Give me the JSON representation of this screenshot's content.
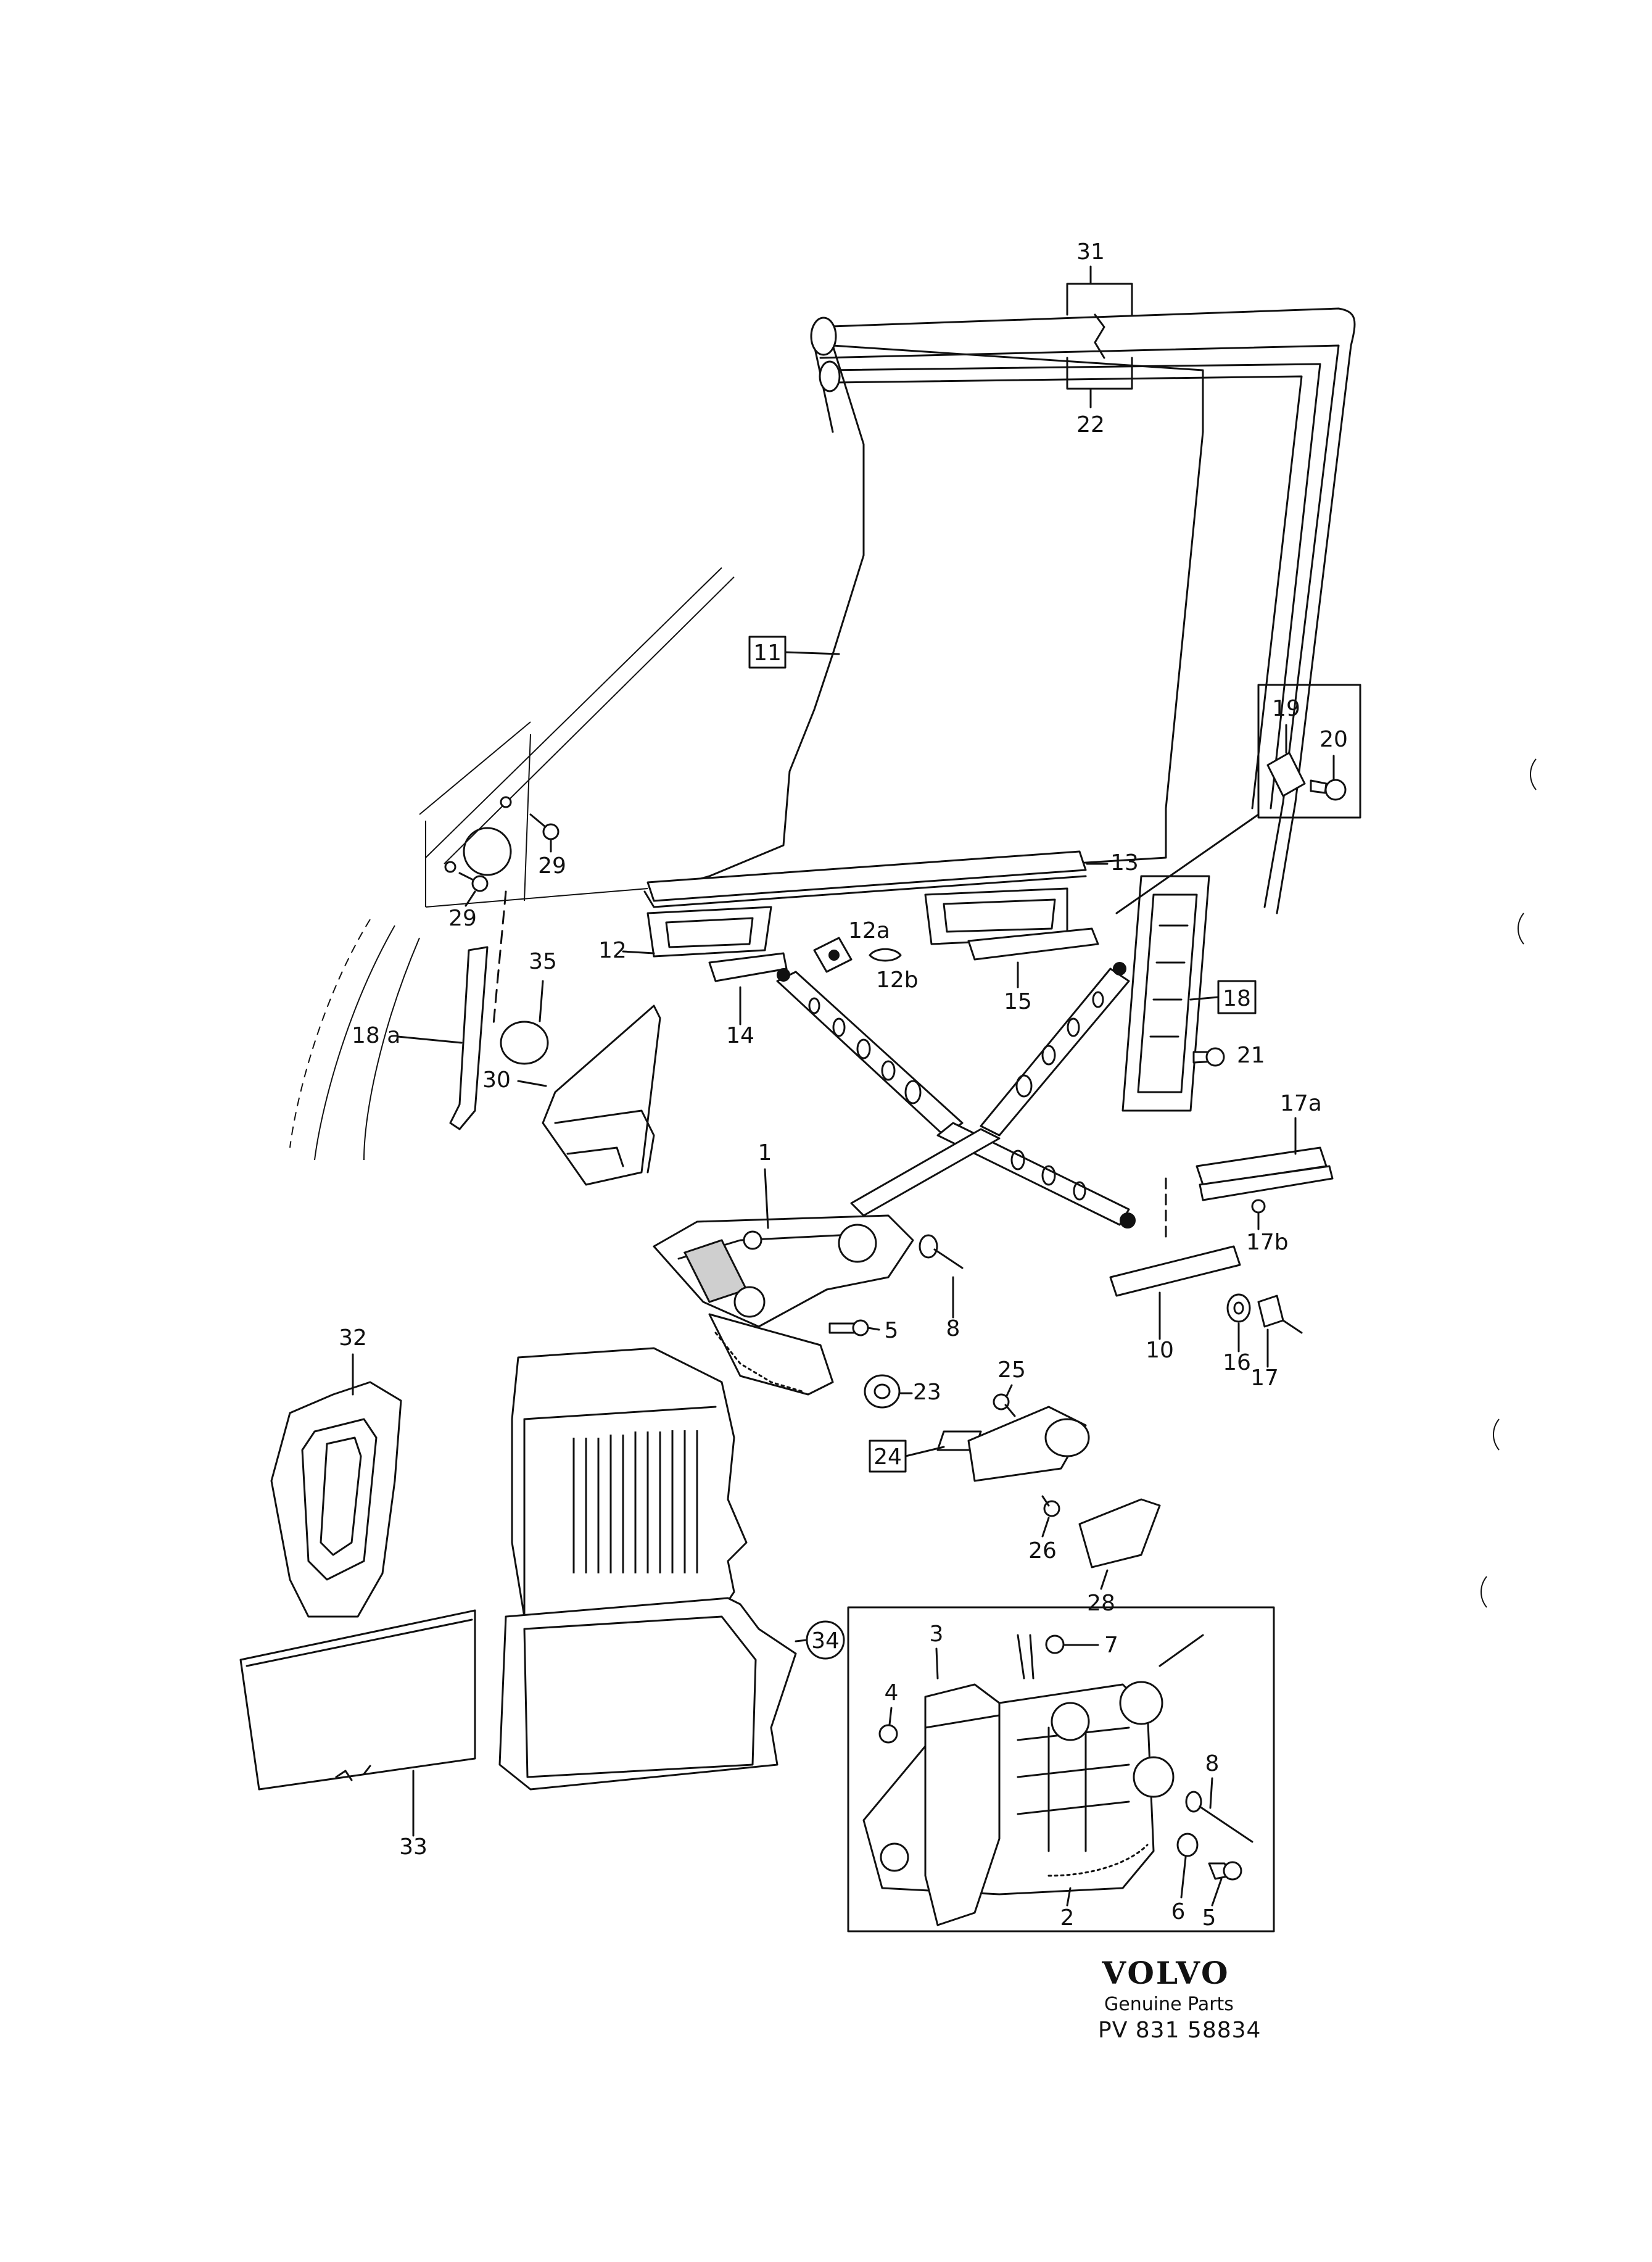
{
  "labels": {
    "n1": "1",
    "n2": "2",
    "n3": "3",
    "n4": "4",
    "n5a": "5",
    "n5b": "5",
    "n6": "6",
    "n7": "7",
    "n8a": "8",
    "n8b": "8",
    "n10": "10",
    "n11": "11",
    "n12": "12",
    "n12a": "12a",
    "n12b": "12b",
    "n13": "13",
    "n14": "14",
    "n15": "15",
    "n16": "16",
    "n17": "17",
    "n17a": "17a",
    "n17b": "17b",
    "n18": "18",
    "n18a": "18 a",
    "n19": "19",
    "n20": "20",
    "n21": "21",
    "n22": "22",
    "n23": "23",
    "n24": "24",
    "n25": "25",
    "n26": "26",
    "n28": "28",
    "n29a": "29",
    "n29b": "29",
    "n30": "30",
    "n31": "31",
    "n32": "32",
    "n33": "33",
    "n34": "34",
    "n35": "35"
  },
  "brand": {
    "name": "VOLVO",
    "subtitle": "Genuine Parts",
    "code": "PV 831  58834"
  },
  "colors": {
    "ink": "#111111",
    "paper": "#ffffff"
  }
}
